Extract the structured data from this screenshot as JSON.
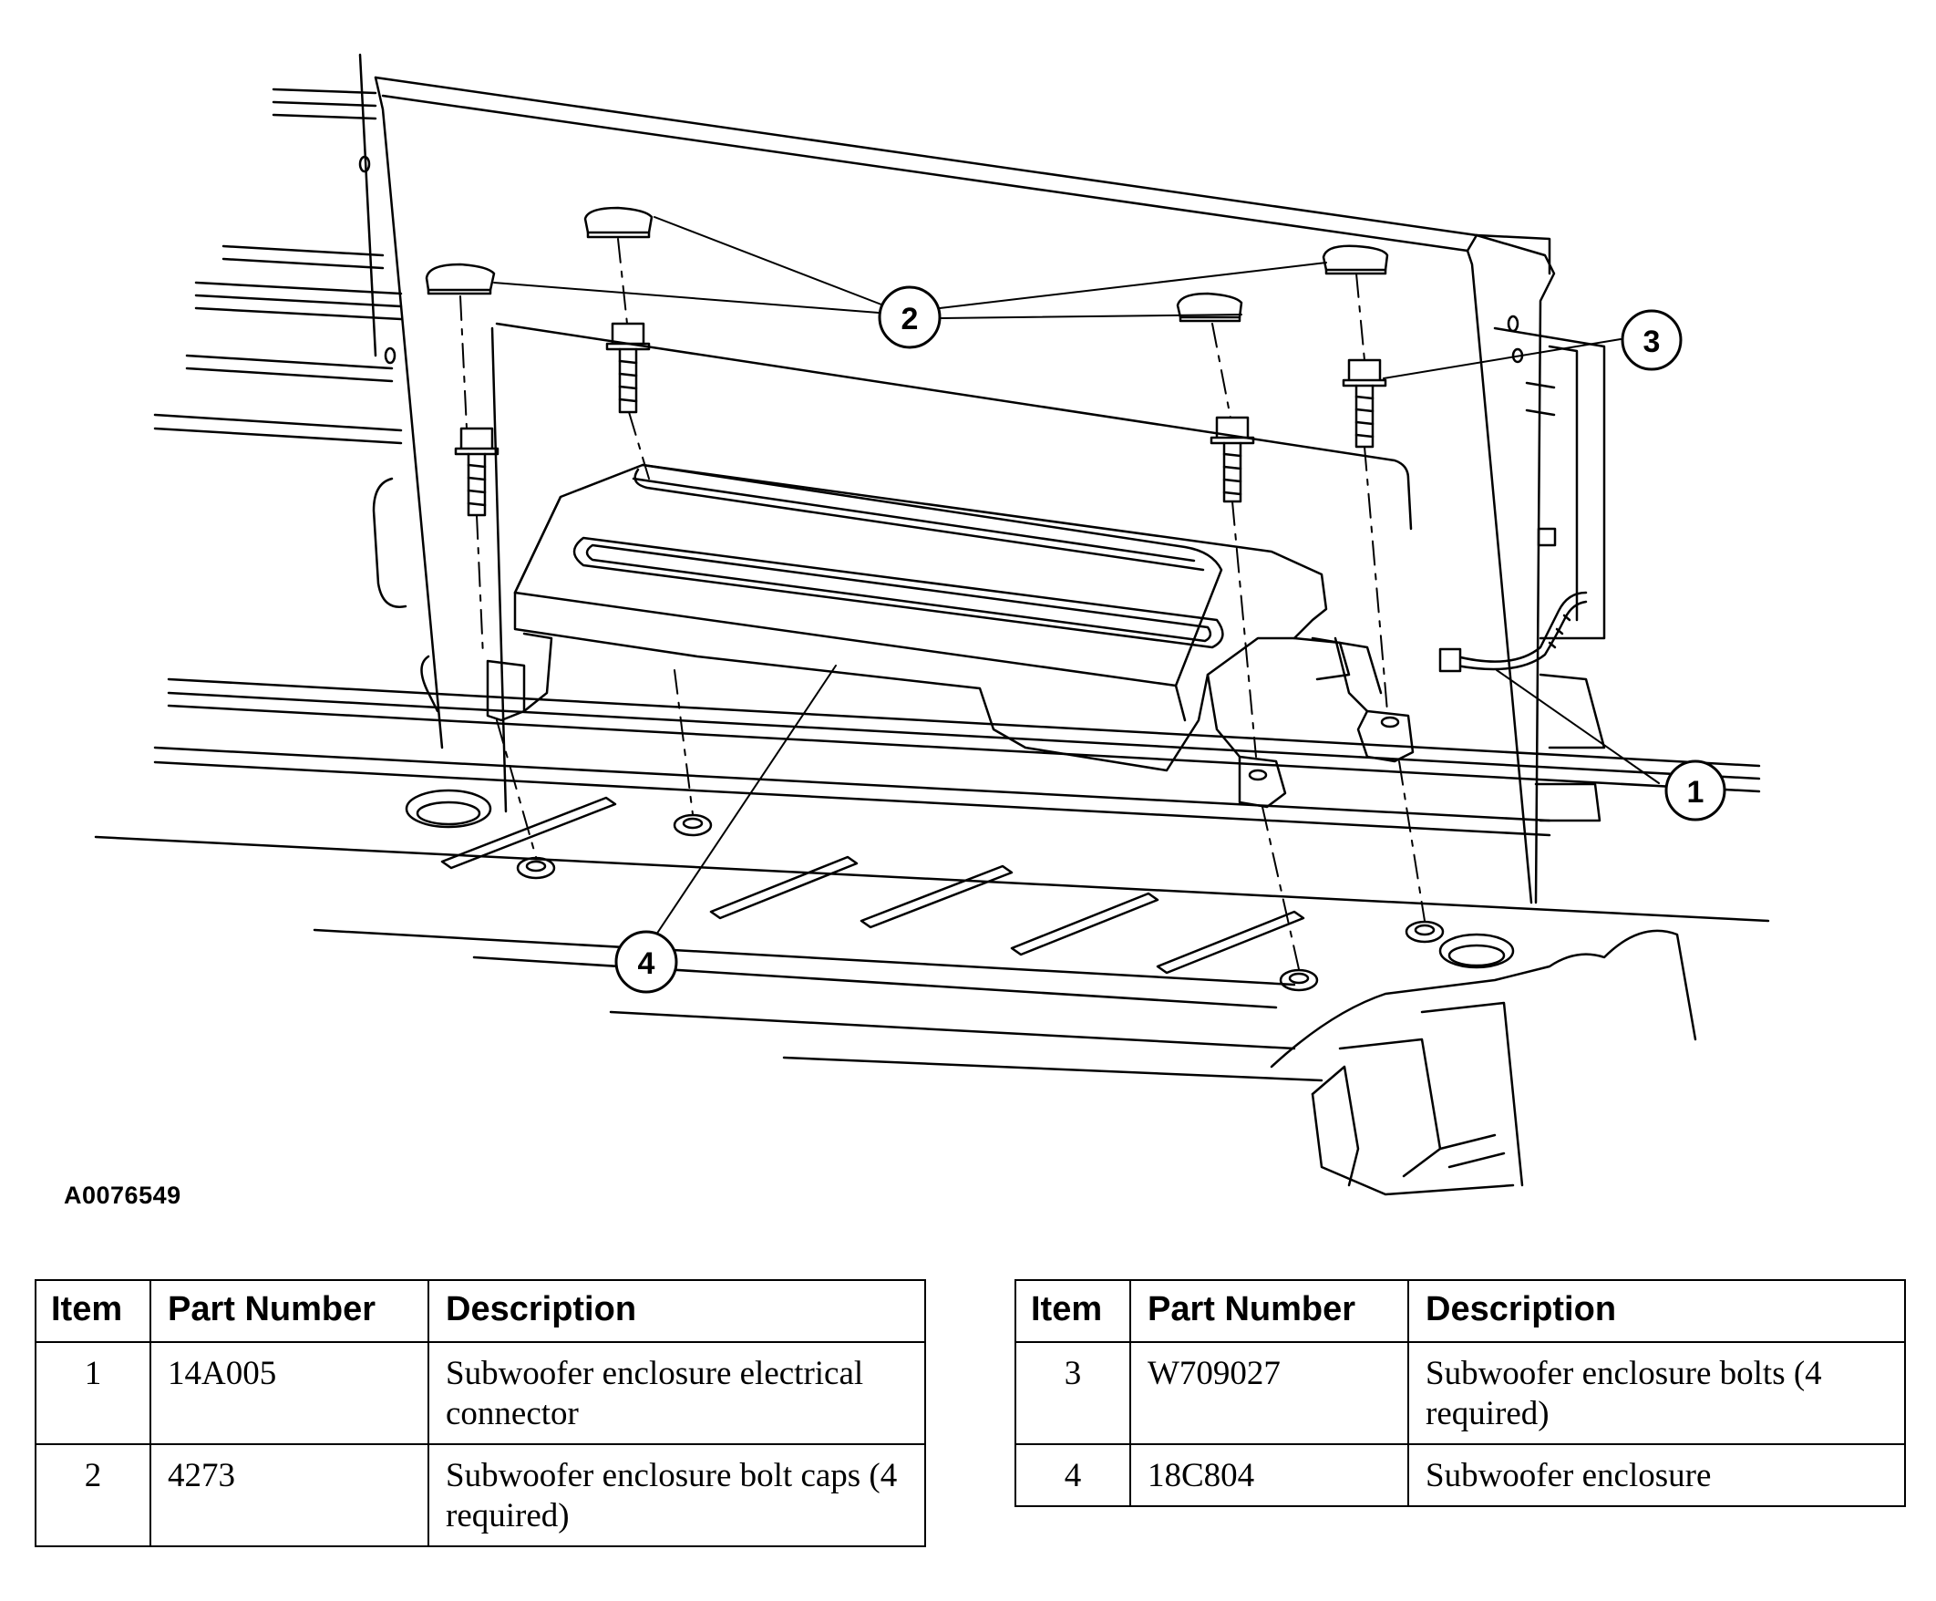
{
  "figure_id": "A0076549",
  "callouts": [
    {
      "num": "1"
    },
    {
      "num": "2"
    },
    {
      "num": "3"
    },
    {
      "num": "4"
    }
  ],
  "tables": [
    {
      "headers": [
        "Item",
        "Part Number",
        "Description"
      ],
      "rows": [
        {
          "item": "1",
          "part_number": "14A005",
          "description": "Subwoofer enclosure electrical connector"
        },
        {
          "item": "2",
          "part_number": "4273",
          "description": "Subwoofer enclosure bolt caps (4 required)"
        }
      ]
    },
    {
      "headers": [
        "Item",
        "Part Number",
        "Description"
      ],
      "rows": [
        {
          "item": "3",
          "part_number": "W709027",
          "description": "Subwoofer enclosure bolts (4 required)"
        },
        {
          "item": "4",
          "part_number": "18C804",
          "description": "Subwoofer enclosure"
        }
      ]
    }
  ]
}
